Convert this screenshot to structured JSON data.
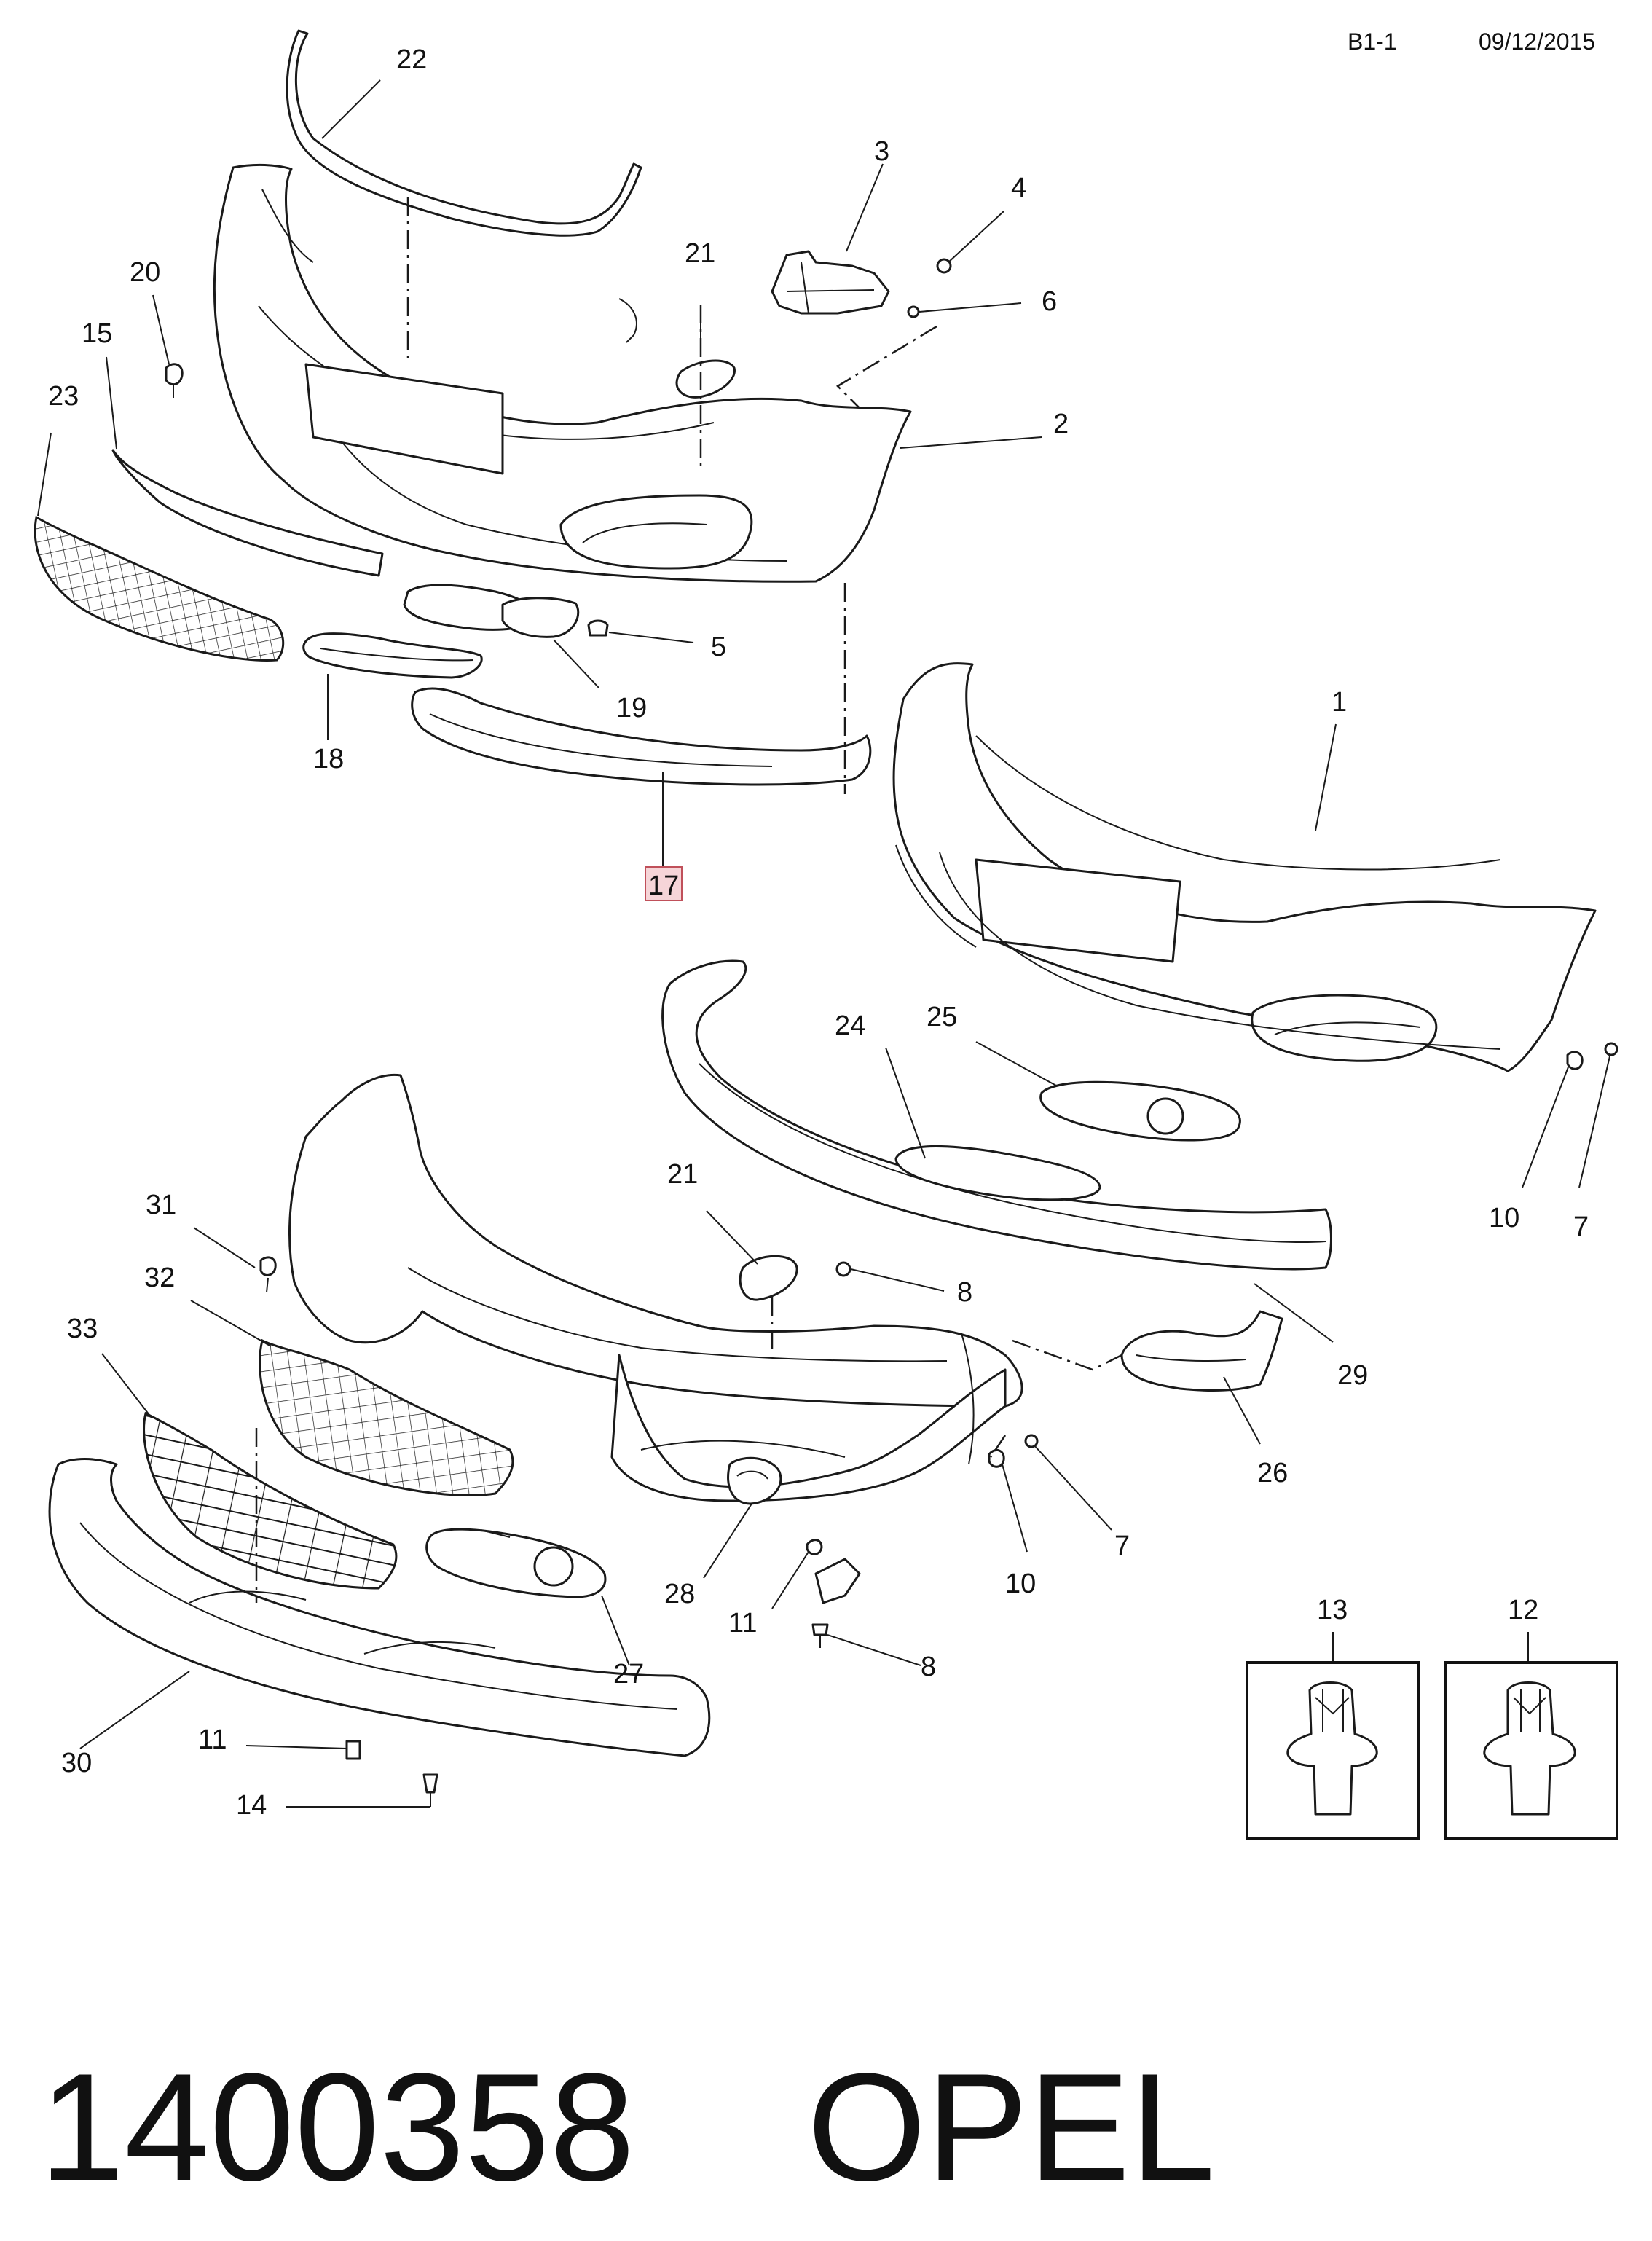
{
  "header": {
    "page_ref": "B1-1",
    "date": "09/12/2015"
  },
  "footer": {
    "part_number": "1400358",
    "brand": "OPEL"
  },
  "highlighted_callout": "17",
  "highlight_color": "#f6d5d8",
  "callouts": [
    {
      "id": "c22",
      "label": "22"
    },
    {
      "id": "c3",
      "label": "3"
    },
    {
      "id": "c4",
      "label": "4"
    },
    {
      "id": "c20",
      "label": "20"
    },
    {
      "id": "c21a",
      "label": "21"
    },
    {
      "id": "c6",
      "label": "6"
    },
    {
      "id": "c15",
      "label": "15"
    },
    {
      "id": "c23",
      "label": "23"
    },
    {
      "id": "c2",
      "label": "2"
    },
    {
      "id": "c5",
      "label": "5"
    },
    {
      "id": "c19",
      "label": "19"
    },
    {
      "id": "c1",
      "label": "1"
    },
    {
      "id": "c18",
      "label": "18"
    },
    {
      "id": "c17",
      "label": "17"
    },
    {
      "id": "c24",
      "label": "24"
    },
    {
      "id": "c25",
      "label": "25"
    },
    {
      "id": "c31",
      "label": "31"
    },
    {
      "id": "c21b",
      "label": "21"
    },
    {
      "id": "c10a",
      "label": "10"
    },
    {
      "id": "c7a",
      "label": "7"
    },
    {
      "id": "c32",
      "label": "32"
    },
    {
      "id": "c8a",
      "label": "8"
    },
    {
      "id": "c29",
      "label": "29"
    },
    {
      "id": "c33",
      "label": "33"
    },
    {
      "id": "c26",
      "label": "26"
    },
    {
      "id": "c7b",
      "label": "7"
    },
    {
      "id": "c10b",
      "label": "10"
    },
    {
      "id": "c28",
      "label": "28"
    },
    {
      "id": "c11a",
      "label": "11"
    },
    {
      "id": "c8b",
      "label": "8"
    },
    {
      "id": "c27",
      "label": "27"
    },
    {
      "id": "c13",
      "label": "13"
    },
    {
      "id": "c12",
      "label": "12"
    },
    {
      "id": "c30",
      "label": "30"
    },
    {
      "id": "c11b",
      "label": "11"
    },
    {
      "id": "c14",
      "label": "14"
    }
  ]
}
